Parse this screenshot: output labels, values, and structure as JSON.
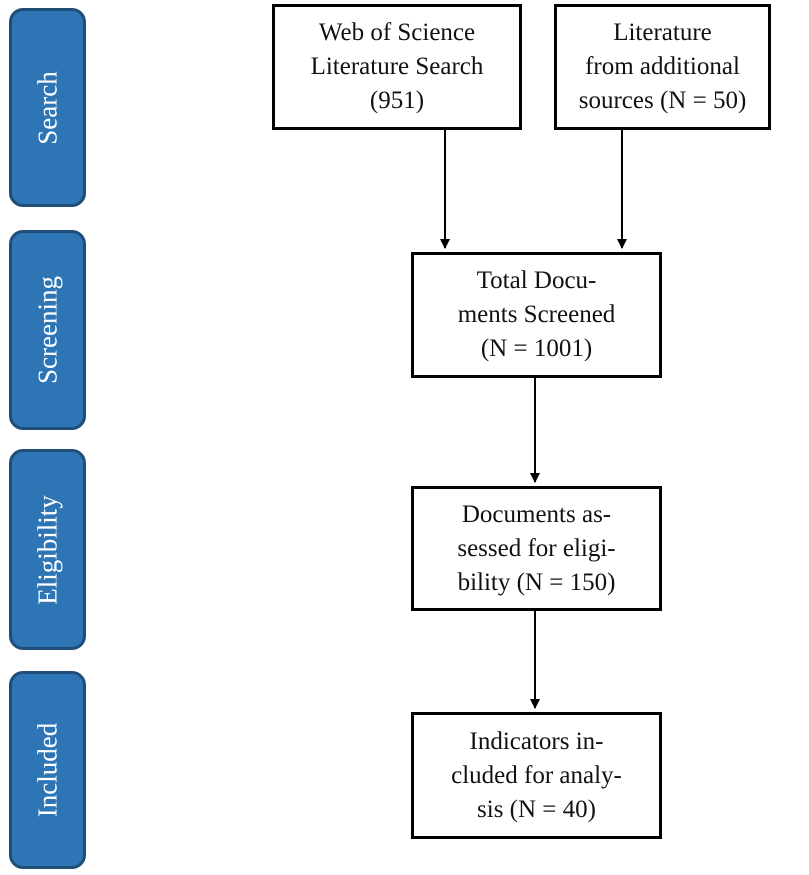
{
  "stages": {
    "search": "Search",
    "screening": "Screening",
    "eligibility": "Eligibility",
    "included": "Included"
  },
  "boxes": {
    "web_of_science": "Web of Science\nLiterature Search\n(951)",
    "additional_sources": "   Literature\nfrom additional\nsources (N = 50)",
    "total_screened": "   Total Docu-\nments Screened\n(N = 1001)",
    "assessed_eligibility": "Documents as-\nsessed for eligi-\nbility (N = 150)",
    "included_analysis": "    Indicators in-\ncluded for analy-\nsis (N = 40)"
  },
  "colors": {
    "stage_fill": "#2e75b6",
    "stage_border": "#1f4e79",
    "box_border": "#000000",
    "arrow": "#000000"
  }
}
